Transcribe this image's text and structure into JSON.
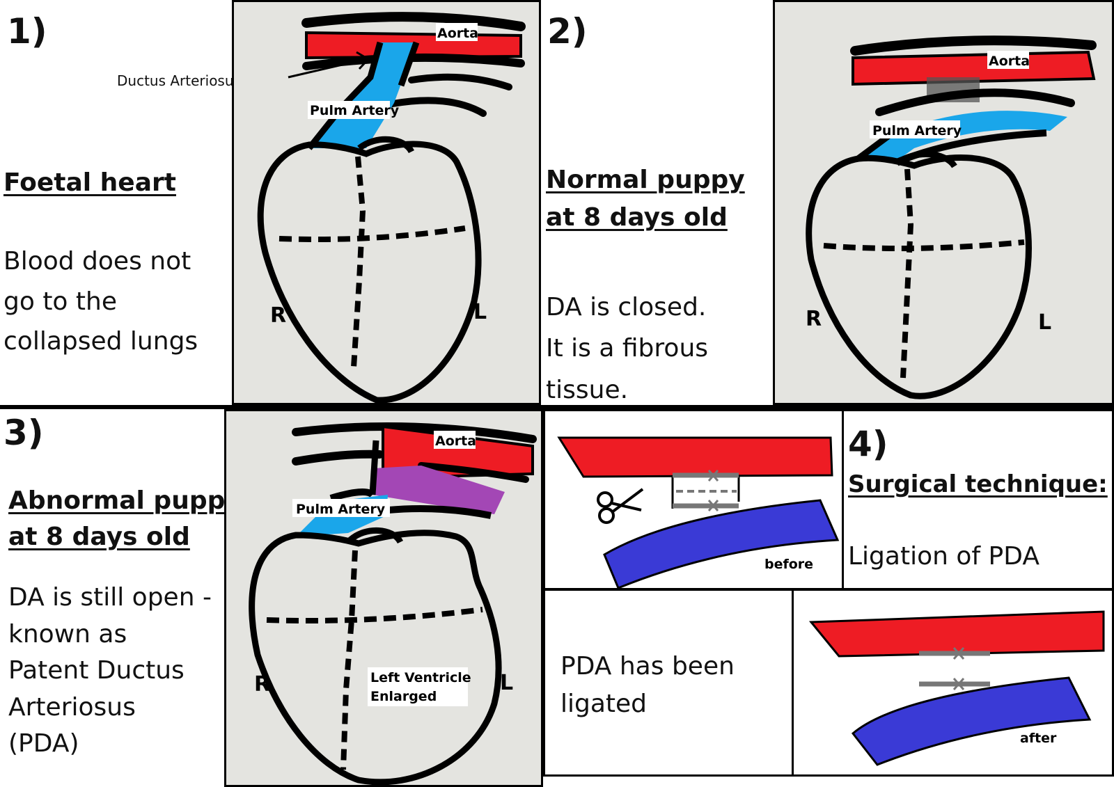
{
  "panel1": {
    "number": "1)",
    "heading": "Foetal heart",
    "lines": [
      "Blood does not",
      "go to the",
      "collapsed lungs"
    ],
    "aorta": "Aorta",
    "pulm": "Pulm Artery",
    "ductus": "Ductus Arteriosus (DA)",
    "right": "R",
    "left": "L"
  },
  "panel2": {
    "number": "2)",
    "heading_lines": [
      "Normal puppy",
      "at 8 days old"
    ],
    "lines": [
      "DA is closed.",
      "It is a fibrous",
      "tissue."
    ],
    "aorta": "Aorta",
    "pulm": "Pulm Artery",
    "right": "R",
    "left": "L"
  },
  "panel3": {
    "number": "3)",
    "heading_lines": [
      "Abnormal puppy",
      "at 8 days old"
    ],
    "lines": [
      "DA is still open -",
      "known as",
      "Patent Ductus",
      "Arteriosus",
      "(PDA)"
    ],
    "aorta": "Aorta",
    "pulm": "Pulm Artery",
    "lv_lines": [
      "Left Ventricle",
      "Enlarged"
    ],
    "right": "R",
    "left": "L"
  },
  "panel4": {
    "number": "4)",
    "heading": "Surgical technique:",
    "text": "Ligation of PDA",
    "before": "before",
    "after": "after",
    "ligated_lines": [
      "PDA has been",
      "ligated"
    ]
  },
  "colors": {
    "aorta": "#ee1c24",
    "pulmonary": "#1aa6ea",
    "pda": "#a347b5",
    "vein_blue": "#3a3ad6",
    "paper": "#e4e4e0"
  },
  "icons": [
    "scissors-icon"
  ]
}
